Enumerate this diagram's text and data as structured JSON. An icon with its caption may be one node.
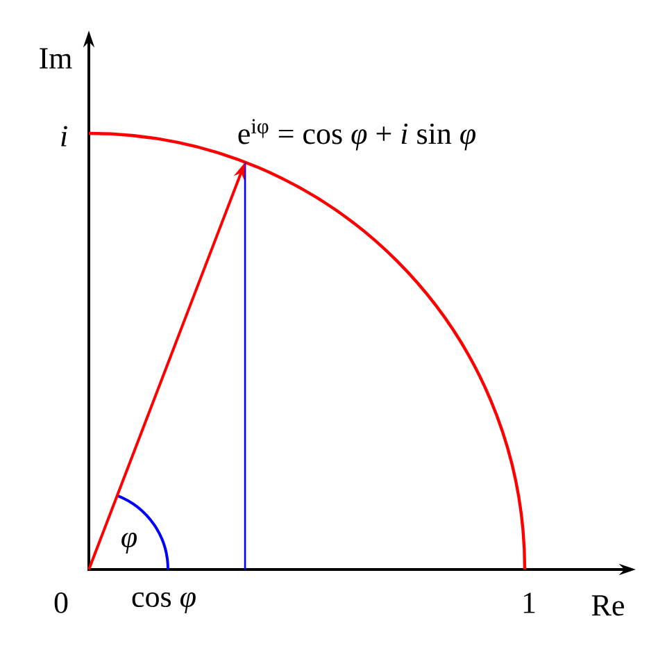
{
  "diagram": {
    "labels": [
      "Im",
      "*i*",
      "e$^{iφ}$ = cos *φ* + *i* sin *φ*",
      "*φ*",
      "0",
      "cos *φ*",
      "1",
      "Re"
    ]
  }
}
